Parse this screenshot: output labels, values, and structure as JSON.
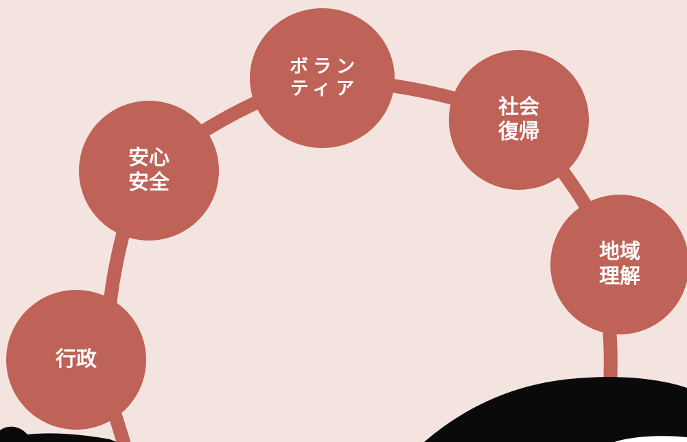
{
  "colors": {
    "background": "#f4e4df",
    "node": "#bf6257",
    "connector": "#bf6257",
    "hill": "#0a0a0a",
    "highlight": "#ffffff"
  },
  "nodes": [
    {
      "id": "gyosei",
      "lines": [
        "行政"
      ]
    },
    {
      "id": "anshin",
      "lines": [
        "安心",
        "安全"
      ]
    },
    {
      "id": "volunteer",
      "lines": [
        "ボラン",
        "ティア"
      ]
    },
    {
      "id": "shakai",
      "lines": [
        "社会",
        "復帰"
      ]
    },
    {
      "id": "chiiki",
      "lines": [
        "地域",
        "理解"
      ]
    }
  ]
}
